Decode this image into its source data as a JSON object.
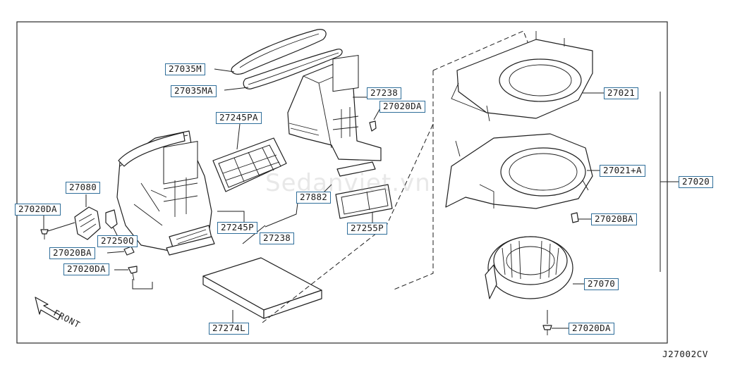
{
  "diagram": {
    "reference_code": "J27002CV",
    "front_label": "FRONT",
    "watermark": "Sedanviet.vn",
    "parts": {
      "p27035M": "27035M",
      "p27035MA": "27035MA",
      "p27238_top": "27238",
      "p27020DA_top": "27020DA",
      "p27245PA": "27245PA",
      "p27080": "27080",
      "p27020DA_left": "27020DA",
      "p27882": "27882",
      "p27245P": "27245P",
      "p27238_mid": "27238",
      "p27255P": "27255P",
      "p27250Q": "27250Q",
      "p27020BA_left": "27020BA",
      "p27020DA_low": "27020DA",
      "p27274L": "27274L",
      "p27021": "27021",
      "p27021A": "27021+A",
      "p27020": "27020",
      "p27020BA_right": "27020BA",
      "p27070": "27070",
      "p27020DA_right": "27020DA"
    }
  }
}
